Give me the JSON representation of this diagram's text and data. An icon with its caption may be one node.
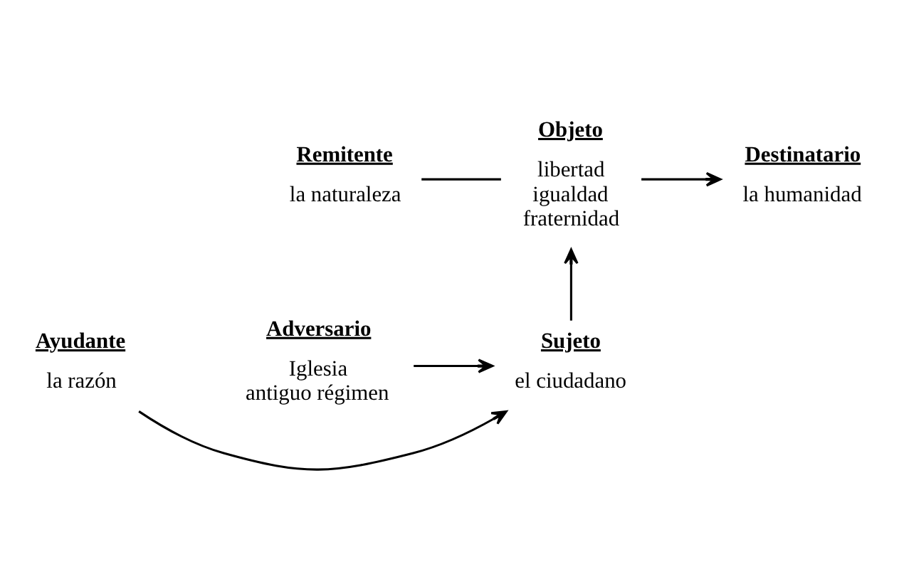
{
  "diagram": {
    "nodes": [
      {
        "text": [
          "Remitente",
          "la naturaleza"
        ]
      },
      {
        "text": [
          "Objeto",
          "libertad igualdad fraternidad"
        ]
      },
      {
        "text": [
          "Destinatario",
          "la humanidad"
        ]
      },
      {
        "text": [
          "Ayudante",
          "la razón"
        ]
      },
      {
        "text": [
          "Sujeto",
          "el ciudadano"
        ]
      },
      {
        "text": [
          "Adversario",
          "Iglesia antiguo régimen"
        ]
      }
    ],
    "edges": [
      {
        "from": 0,
        "to": 1,
        "arrow": "none"
      },
      {
        "from": 1,
        "to": 2,
        "arrow": "to"
      },
      {
        "from": 4,
        "to": 1,
        "arrow": "to"
      },
      {
        "from": 3,
        "to": 4,
        "arrow": "to"
      },
      {
        "from": 5,
        "to": 4,
        "arrow": "to"
      }
    ]
  }
}
